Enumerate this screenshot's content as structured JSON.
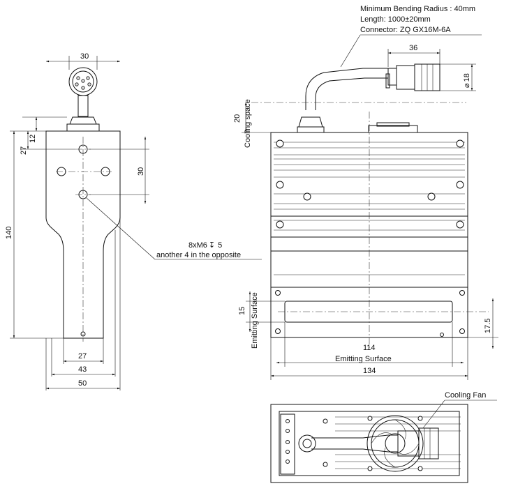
{
  "notes": {
    "line1": "Minimum Bending Radius : 40mm",
    "line2": "Length: 1000±20mm",
    "line3": "Connector: ZQ GX16M-6A"
  },
  "side_view": {
    "dim_top": "30",
    "dim_12": "12",
    "dim_27_v": "27",
    "dim_30_v": "30",
    "dim_140": "140",
    "dim_27_h": "27",
    "dim_43": "43",
    "dim_50": "50",
    "thread_note": "8xM6",
    "depth_symbol": "↧",
    "depth_value": "5",
    "opposite_note": "another 4 in the opposite"
  },
  "front_view": {
    "dim_36": "36",
    "dim_18": "18",
    "diameter_symbol": "⌀",
    "dim_20": "20",
    "cooling_space": "Cooling space",
    "dim_15": "15",
    "emitting_surface_v": "Emitting Surface",
    "dim_17_5": "17.5",
    "dim_114": "114",
    "emitting_surface_h": "Emitting Surface",
    "dim_134": "134"
  },
  "bottom_view": {
    "cooling_fan": "Cooling Fan"
  }
}
